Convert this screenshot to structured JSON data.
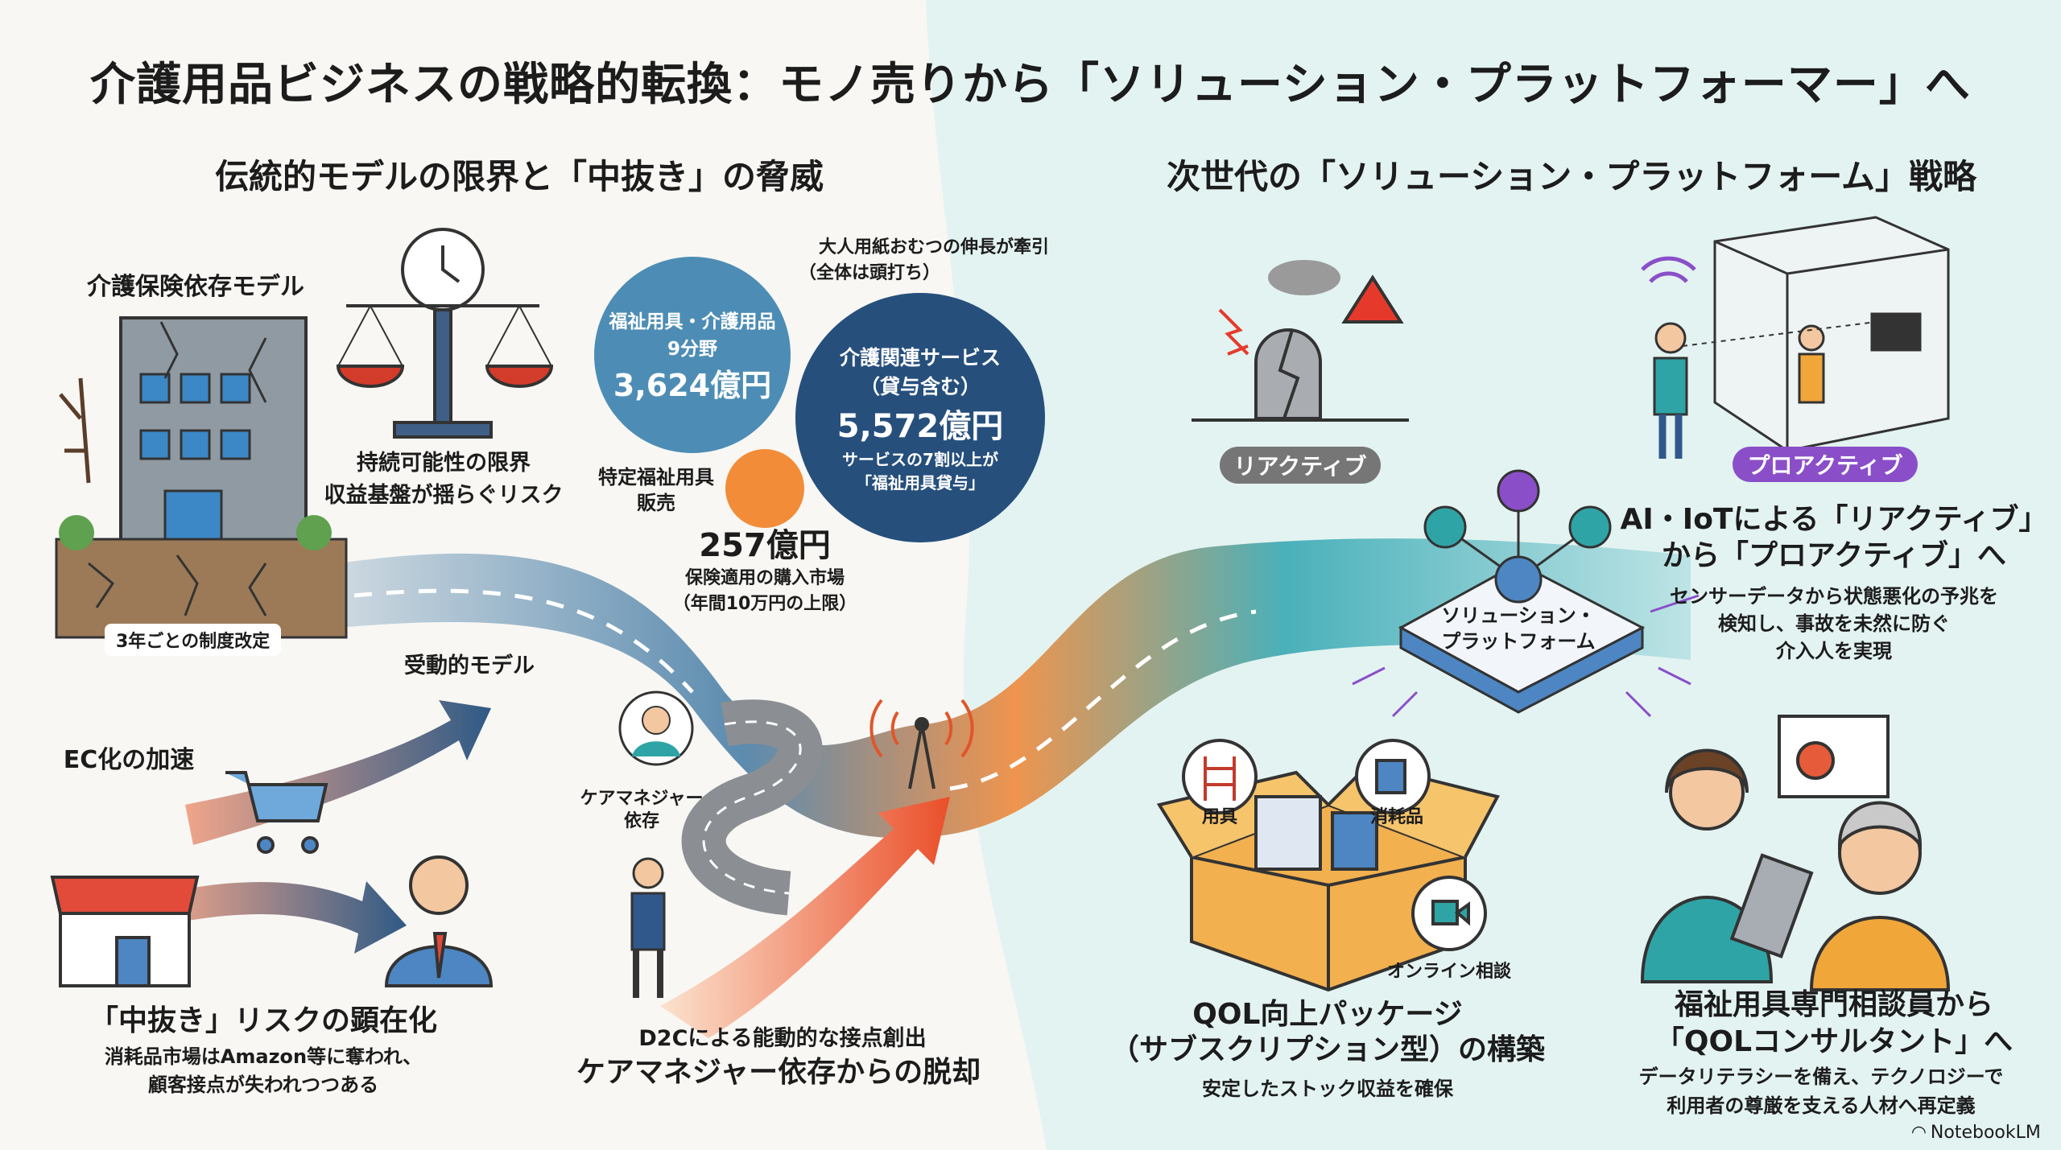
{
  "title": "介護用品ビジネスの戦略的転換：モノ売りから「ソリューション・プラットフォーマー」へ",
  "left": {
    "heading": "伝統的モデルの限界と「中抜き」の脅威",
    "insurance_model": {
      "label": "介護保険依存モデル",
      "ground_label": "3年ごとの制度改定"
    },
    "sustainability": {
      "line1": "持続可能性の限界",
      "line2": "収益基盤が揺らぐリスク"
    },
    "market": {
      "note_line1": "大人用紙おむつの伸長が牽引",
      "note_line2": "（全体は頭打ち）",
      "welfare_goods": {
        "line1": "福祉用具・介護用品",
        "line2": "9分野",
        "value": "3,624億円"
      },
      "care_services": {
        "line1": "介護関連サービス",
        "line2": "（貸与含む）",
        "value": "5,572億円",
        "note1": "サービスの7割以上が",
        "note2": "「福祉用具貸与」"
      },
      "specific_sales": {
        "label1": "特定福祉用具",
        "label2": "販売",
        "value": "257億円",
        "note1": "保険適用の購入市場",
        "note2": "（年間10万円の上限）"
      }
    },
    "passive_model": "受動的モデル",
    "ec": {
      "label": "EC化の加速",
      "heading": "「中抜き」リスクの顕在化",
      "sub1": "消耗品市場はAmazon等に奪われ、",
      "sub2": "顧客接点が失われつつある"
    },
    "d2c": {
      "care_manager_label1": "ケアマネジャー",
      "care_manager_label2": "依存",
      "sub": "D2Cによる能動的な接点創出",
      "heading": "ケアマネジャー依存からの脱却"
    }
  },
  "right": {
    "heading": "次世代の「ソリューション・プラットフォーム」戦略",
    "reactive_label": "リアクティブ",
    "proactive_label": "プロアクティブ",
    "ai": {
      "heading1": "AI・IoTによる「リアクティブ」",
      "heading2": "から「プロアクティブ」へ",
      "sub1": "センサーデータから状態悪化の予兆を",
      "sub2": "検知し、事故を未然に防ぐ",
      "sub3": "介入人を実現"
    },
    "platform": {
      "line1": "ソリューション・",
      "line2": "プラットフォーム"
    },
    "package": {
      "item1": "用具",
      "item2": "消耗品",
      "item3": "オンライン相談",
      "heading1": "QOL向上パッケージ",
      "heading2": "（サブスクリプション型）の構築",
      "sub": "安定したストック収益を確保"
    },
    "consultant": {
      "heading1": "福祉用具専門相談員から",
      "heading2": "「QOLコンサルタント」へ",
      "sub1": "データリテラシーを備え、テクノロジーで",
      "sub2": "利用者の尊厳を支える人材へ再定義"
    }
  },
  "footer": {
    "brand": "NotebookLM"
  },
  "colors": {
    "blue_light": "#4d8db5",
    "blue_dark": "#264f7c",
    "orange": "#f28c38",
    "purple": "#8a4fc8",
    "gray_pill": "#767676",
    "teal_bg": "#e3f3f1"
  }
}
